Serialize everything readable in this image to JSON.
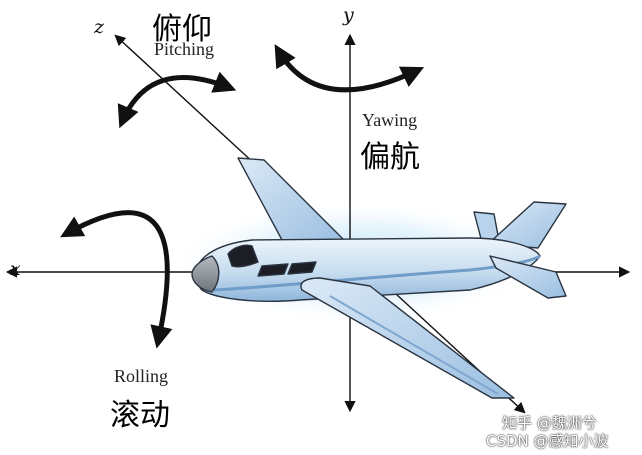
{
  "axes": {
    "x": "x",
    "y": "y",
    "z": "z"
  },
  "pitch": {
    "zh": "俯仰",
    "en": "Pitching"
  },
  "yaw": {
    "en": "Yawing",
    "zh": "偏航"
  },
  "roll": {
    "en": "Rolling",
    "zh": "滚动"
  },
  "watermark": {
    "zhihu": "知乎 @魏洲兮",
    "csdn": "CSDN @感知小波"
  },
  "colors": {
    "line": "#111111",
    "body_light": "#e3eef8",
    "body_mid": "#a8c8e8",
    "body_dark": "#6f9cc8",
    "glow": "#bfe3f7",
    "nose": "#8a8f96",
    "cockpit": "#1d1d25"
  }
}
